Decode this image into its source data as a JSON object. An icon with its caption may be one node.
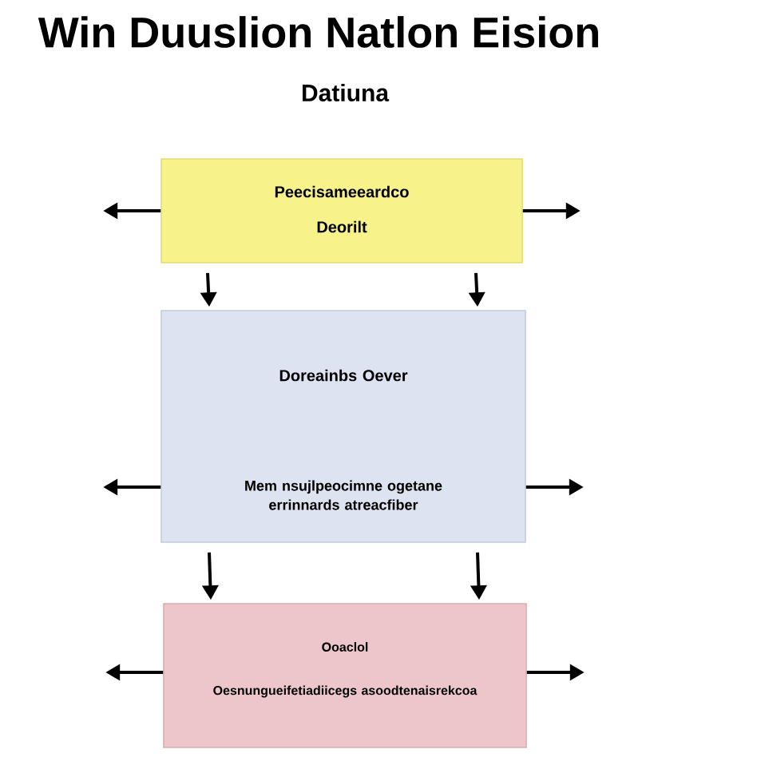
{
  "diagram": {
    "title": "Win Duuslion Natlon Eision",
    "nodes": [
      {
        "text": [
          "Peecisameeardco",
          "Deorilt"
        ]
      },
      {
        "text": [
          "Doreainbs Oever",
          "Mem nsujlpeocimne ogetane errinnards atreacfiber"
        ]
      },
      {
        "text": [
          "Ooaclol",
          "Oesnungueifetiadiicegs asoodtenaisrekcoa"
        ]
      }
    ],
    "edges": [
      {
        "from": 0,
        "to": null,
        "arrow": "to"
      },
      {
        "from": 0,
        "to": null,
        "arrow": "to"
      },
      {
        "from": 0,
        "to": 1,
        "arrow": "to"
      },
      {
        "from": 0,
        "to": 1,
        "arrow": "to"
      },
      {
        "from": 1,
        "to": null,
        "arrow": "to"
      },
      {
        "from": 1,
        "to": null,
        "arrow": "to"
      },
      {
        "from": 1,
        "to": 2,
        "arrow": "to"
      },
      {
        "from": 1,
        "to": 2,
        "arrow": "to"
      },
      {
        "from": 2,
        "to": null,
        "arrow": "to"
      },
      {
        "from": 2,
        "to": null,
        "arrow": "to"
      }
    ],
    "labels": [
      "Datiuna"
    ]
  }
}
